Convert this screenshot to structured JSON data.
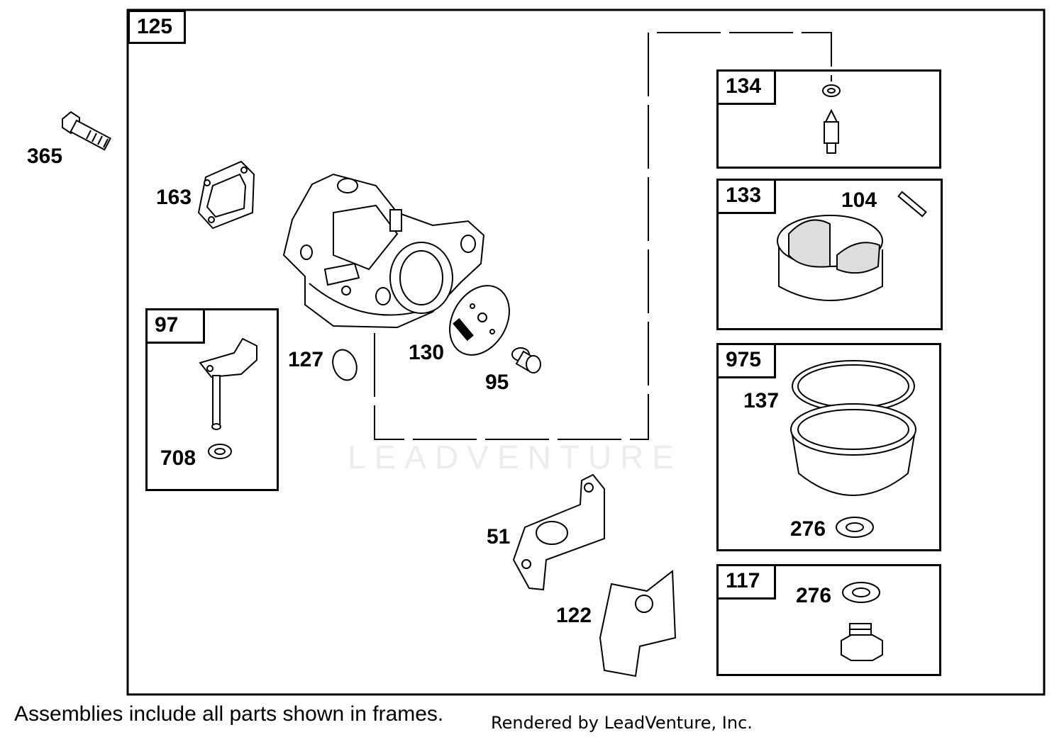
{
  "assembly": {
    "main_label": "125"
  },
  "frames": {
    "f134": "134",
    "f133": "133",
    "f975": "975",
    "f117": "117",
    "f97": "97"
  },
  "parts": {
    "p365": "365",
    "p163": "163",
    "p127": "127",
    "p130": "130",
    "p95": "95",
    "p708": "708",
    "p51": "51",
    "p122": "122",
    "p104": "104",
    "p137": "137",
    "p276a": "276",
    "p276b": "276"
  },
  "watermark": "LEADVENTURE",
  "footer": {
    "note": "Assemblies include all parts shown in frames.",
    "credit": "Rendered by LeadVenture, Inc."
  }
}
